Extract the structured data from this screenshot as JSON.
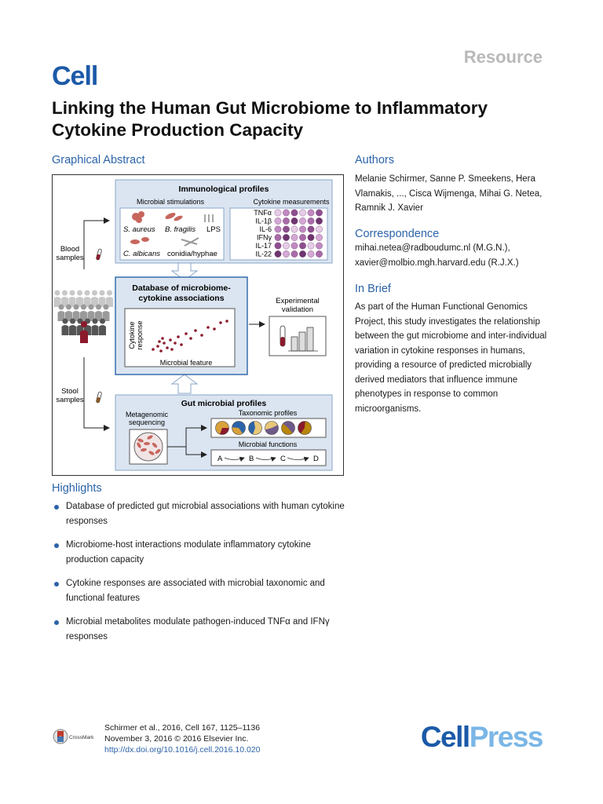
{
  "header": {
    "section_label": "Resource",
    "journal_logo": "Cell",
    "title": "Linking the Human Gut Microbiome to Inflammatory Cytokine Production Capacity"
  },
  "graphical_abstract": {
    "heading": "Graphical Abstract",
    "immunological_profiles": "Immunological profiles",
    "microbial_stimulations": "Microbial stimulations",
    "cytokine_measurements": "Cytokine measurements",
    "stim_1": "S. aureus",
    "stim_2": "B. fragilis",
    "stim_3": "LPS",
    "stim_4": "C. albicans",
    "stim_4_suffix": "conidia/hyphae",
    "cytokines": [
      "TNFα",
      "IL-1β",
      "IL-6",
      "IFNγ",
      "IL-17",
      "IL-22"
    ],
    "blood_line1": "Blood",
    "blood_line2": "samples",
    "stool_line1": "Stool",
    "stool_line2": "samples",
    "database_line1": "Database of microbiome-",
    "database_line2": "cytokine associations",
    "plot_ylabel_1": "Cytokine",
    "plot_ylabel_2": "response",
    "plot_xlabel": "Microbial feature",
    "exp_line1": "Experimental",
    "exp_line2": "validation",
    "gut_profiles": "Gut microbial profiles",
    "metagenomic_line1": "Metagenomic",
    "metagenomic_line2": "sequencing",
    "taxonomic_profiles": "Taxonomic profiles",
    "microbial_functions": "Microbial functions",
    "path_a": "A",
    "path_b": "B",
    "path_c": "C",
    "path_d": "D",
    "colors": {
      "accent_blue": "#2c63a8",
      "panel_blue": "#dbe5f1",
      "dark_red": "#8b1a2b",
      "purple": "#b77ab7"
    }
  },
  "authors": {
    "heading": "Authors",
    "text": "Melanie Schirmer, Sanne P. Smeekens, Hera Vlamakis, ..., Cisca Wijmenga, Mihai G. Netea, Ramnik J. Xavier"
  },
  "correspondence": {
    "heading": "Correspondence",
    "line1": "mihai.netea@radboudumc.nl (M.G.N.),",
    "line2": "xavier@molbio.mgh.harvard.edu (R.J.X.)"
  },
  "in_brief": {
    "heading": "In Brief",
    "text": "As part of the Human Functional Genomics Project, this study investigates the relationship between the gut microbiome and inter-individual variation in cytokine responses in humans, providing a resource of predicted microbially derived mediators that influence immune phenotypes in response to common microorganisms."
  },
  "highlights": {
    "heading": "Highlights",
    "items": [
      "Database of predicted gut microbial associations with human cytokine responses",
      "Microbiome-host interactions modulate inflammatory cytokine production capacity",
      "Cytokine responses are associated with microbial taxonomic and functional features",
      "Microbial metabolites modulate pathogen-induced TNFα and IFNγ responses"
    ]
  },
  "footer": {
    "crossmark": "CrossMark",
    "citation_line1": "Schirmer et al., 2016, Cell 167, 1125–1136",
    "citation_line2": "November 3, 2016 © 2016 Elsevier Inc.",
    "doi": "http://dx.doi.org/10.1016/j.cell.2016.10.020",
    "publisher_part1": "Cell",
    "publisher_part2": "Press"
  }
}
